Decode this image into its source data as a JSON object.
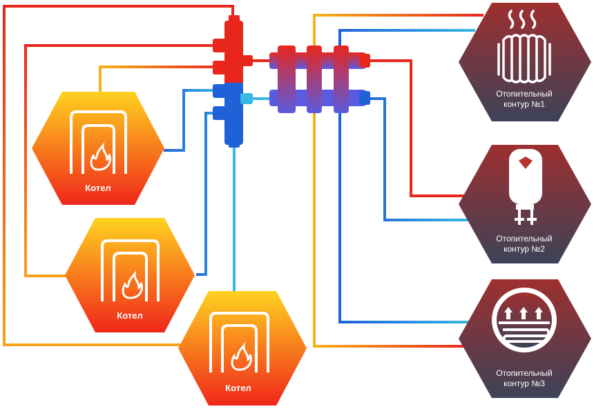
{
  "colors": {
    "hot": "#e8261c",
    "cold": "#1f62d8",
    "light_blue": "#37b8e6",
    "yellow": "#f7b21a",
    "boiler_top": "#ffd21f",
    "boiler_bottom": "#f0261a",
    "circuit_top": "#9e2f2f",
    "circuit_bottom": "#3d4258",
    "background": "#ffffff"
  },
  "boilers": [
    {
      "label": "Котел",
      "icon": "boiler-flame-icon"
    },
    {
      "label": "Котел",
      "icon": "boiler-flame-icon"
    },
    {
      "label": "Котел",
      "icon": "boiler-flame-icon"
    }
  ],
  "circuits": [
    {
      "line1": "Отопительный",
      "line2": "контур  №1",
      "icon": "radiator-icon"
    },
    {
      "line1": "Отопительный",
      "line2": "контур  №2",
      "icon": "water-heater-icon"
    },
    {
      "line1": "Отопительный",
      "line2": "контур  №3",
      "icon": "floor-heating-icon"
    }
  ]
}
